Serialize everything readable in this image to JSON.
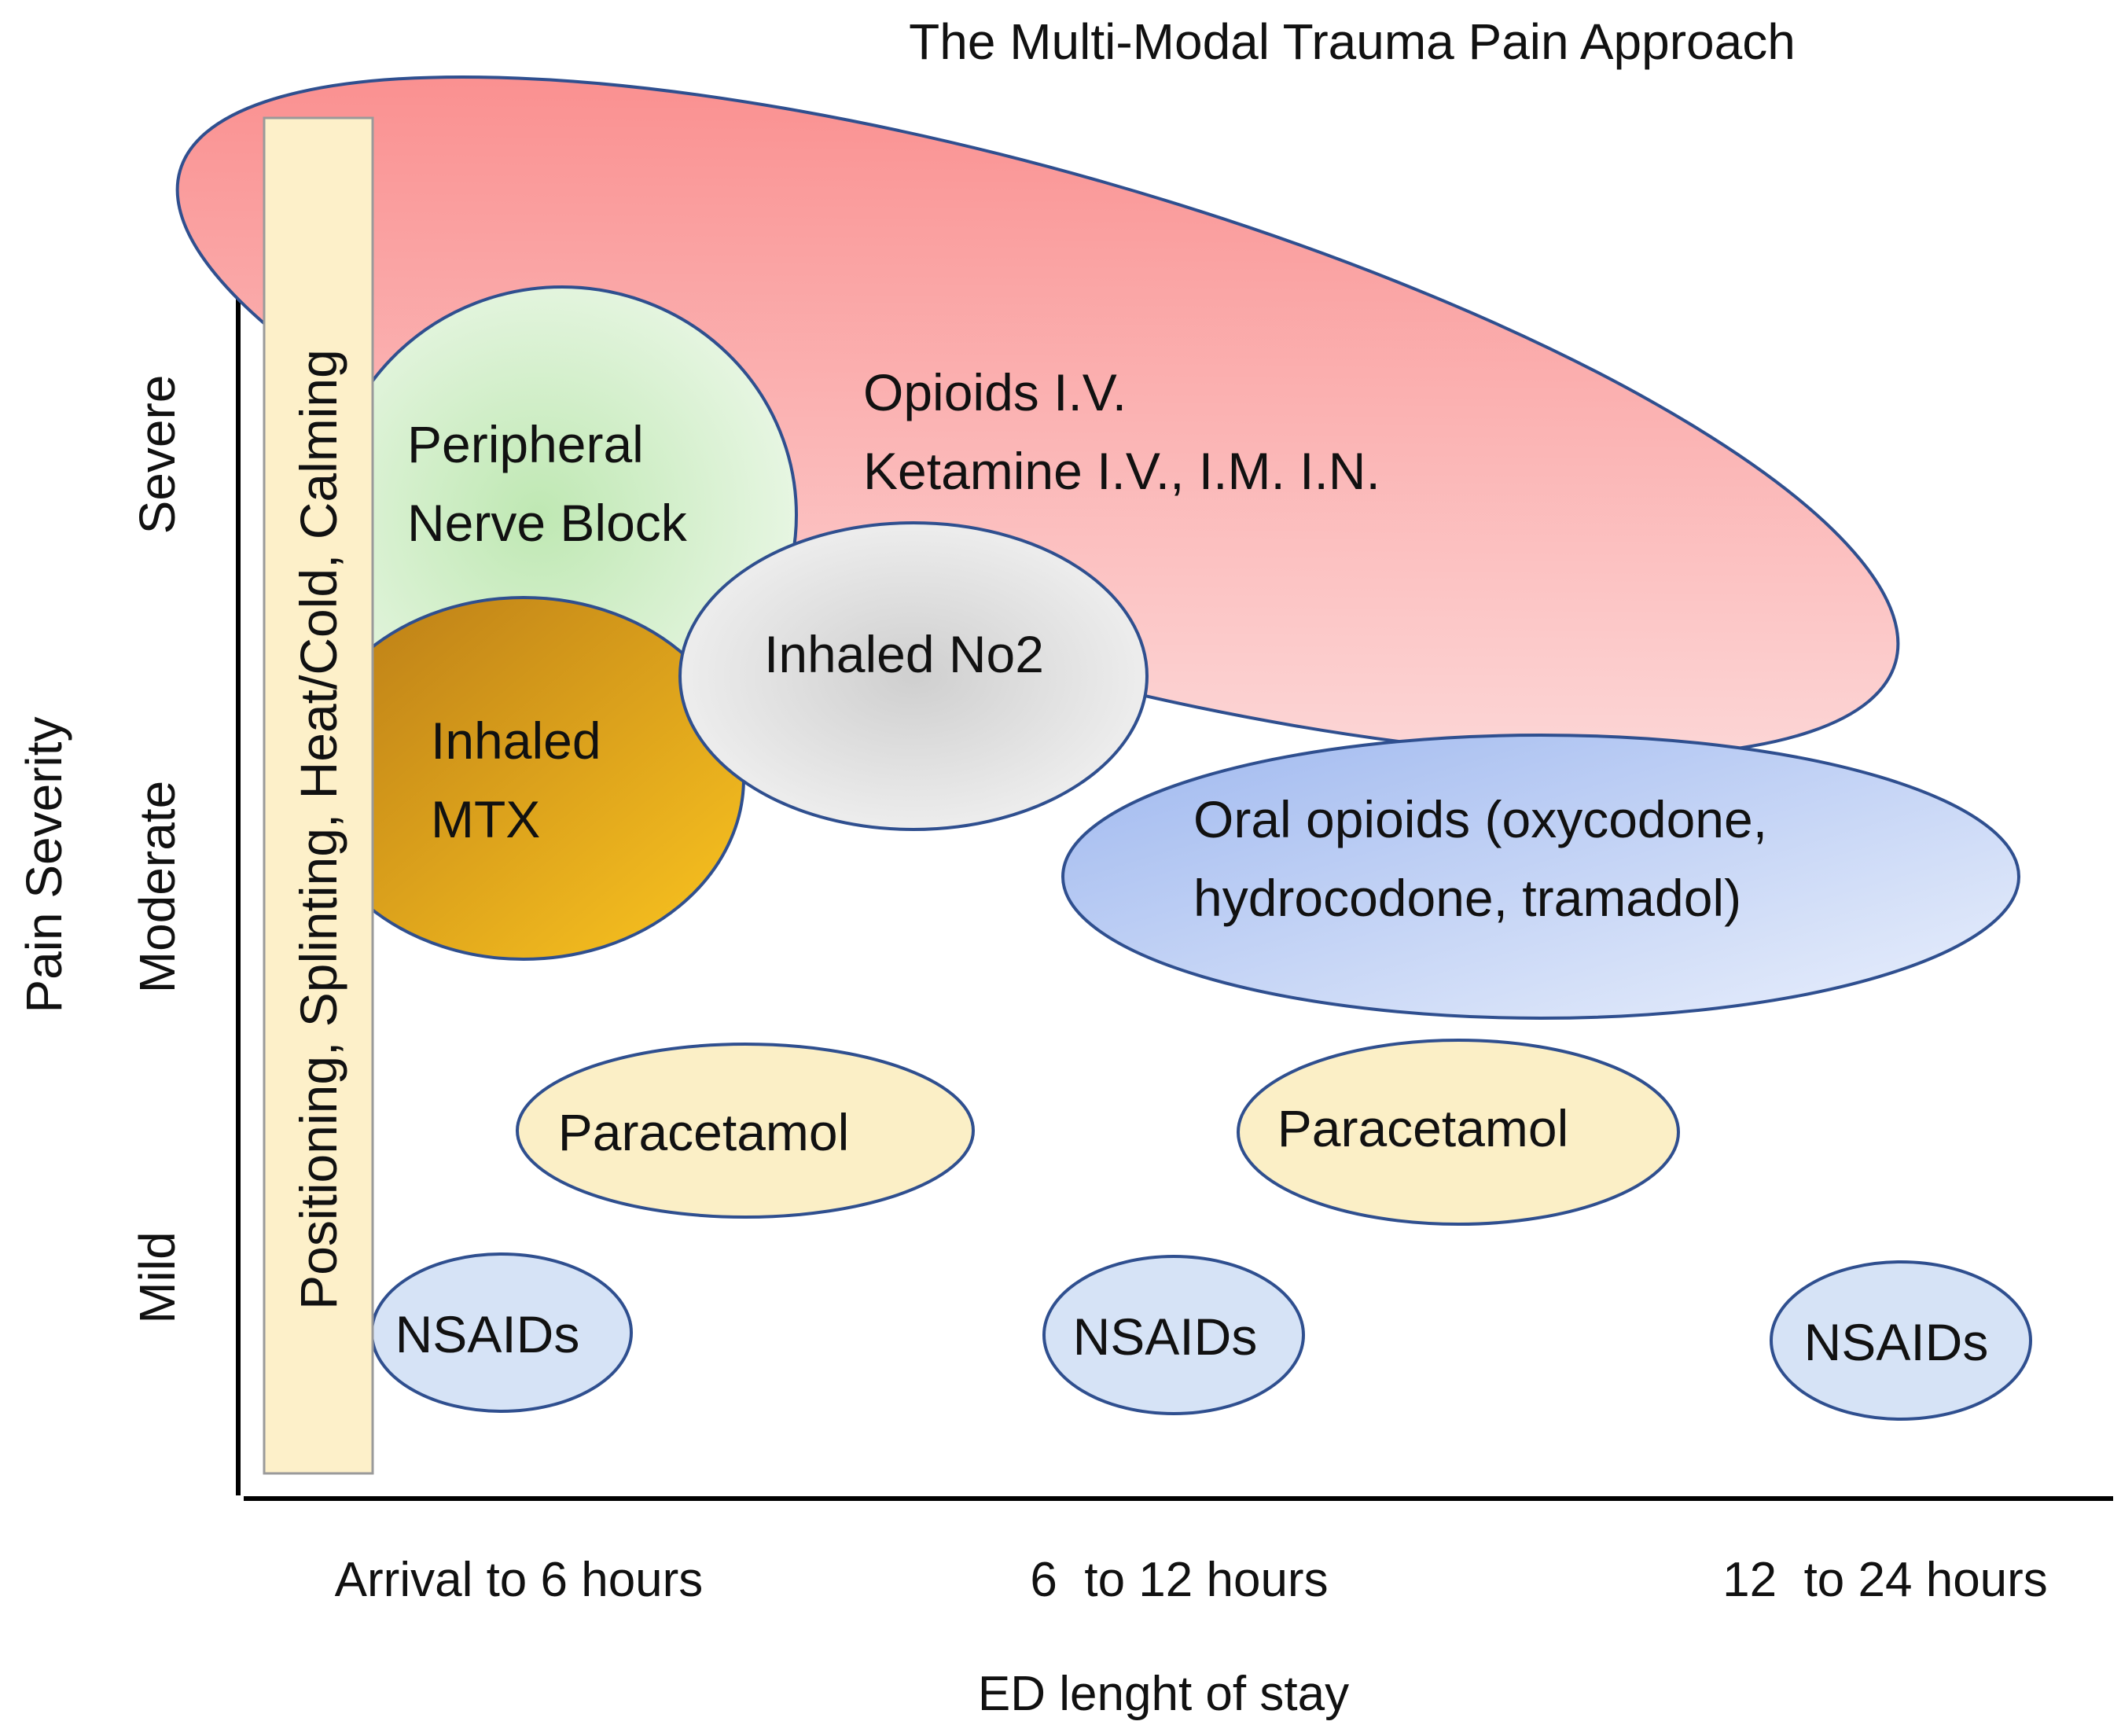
{
  "title": "The Multi-Modal Trauma Pain Approach",
  "y_axis": {
    "label": "Pain Severity",
    "levels": [
      "Severe",
      "Moderate",
      "Mild"
    ]
  },
  "x_axis": {
    "label": "ED lenght of stay",
    "periods": [
      "Arrival to 6 hours",
      "6  to 12 hours",
      "12  to 24 hours"
    ]
  },
  "interventions": {
    "nonpharm": "Positioning, Splinting, Heat/Cold, Calming",
    "opioids_iv": [
      "Opioids I.V.",
      "Ketamine I.V., I.M. I.N."
    ],
    "nerve_block": [
      "Peripheral",
      "Nerve Block"
    ],
    "inhaled_no2": "Inhaled No2",
    "inhaled_mtx": [
      "Inhaled",
      "MTX"
    ],
    "oral_opioids": [
      "Oral opioids (oxycodone,",
      "hydrocodone, tramadol)"
    ],
    "paracetamol": [
      "Paracetamol",
      "Paracetamol"
    ],
    "nsaids": [
      "NSAIDs",
      "NSAIDs",
      "NSAIDs"
    ]
  },
  "colors": {
    "outline": "#2f4f8f",
    "opioids_iv": "#f98787",
    "nerve_block": "#cfeec5",
    "inhaled_no2": "#d8d8d8",
    "inhaled_mtx": "#d89a18",
    "oral_opioids": "#a9bff0",
    "paracetamol": "#fbefc6",
    "nsaids": "#d6e3f6",
    "nonpharm": "#fdf0c9"
  }
}
